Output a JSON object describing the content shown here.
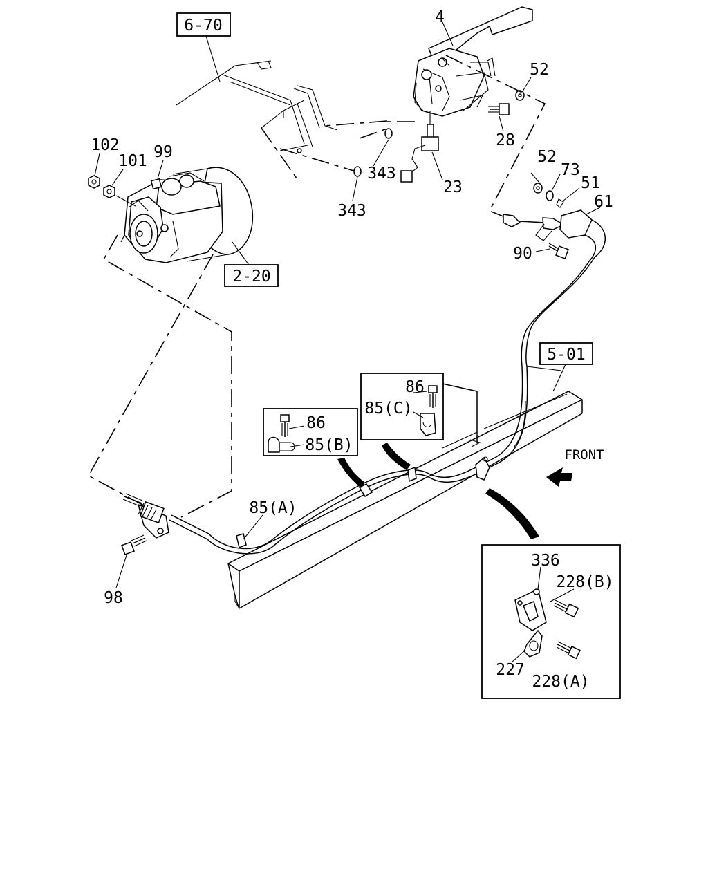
{
  "refs": {
    "ref_6_70": "6-70",
    "ref_2_20": "2-20",
    "ref_5_01": "5-01"
  },
  "labels": {
    "l4": "4",
    "l52a": "52",
    "l28": "28",
    "l102": "102",
    "l101": "101",
    "l99": "99",
    "l343a": "343",
    "l343b": "343",
    "l23": "23",
    "l52b": "52",
    "l73": "73",
    "l51": "51",
    "l61": "61",
    "l90": "90",
    "l86a": "86",
    "l85c": "85(C)",
    "l86b": "86",
    "l85b": "85(B)",
    "l85a": "85(A)",
    "l98": "98",
    "l336": "336",
    "l228b": "228(B)",
    "l227": "227",
    "l228a": "228(A)"
  },
  "front_label": "FRONT"
}
